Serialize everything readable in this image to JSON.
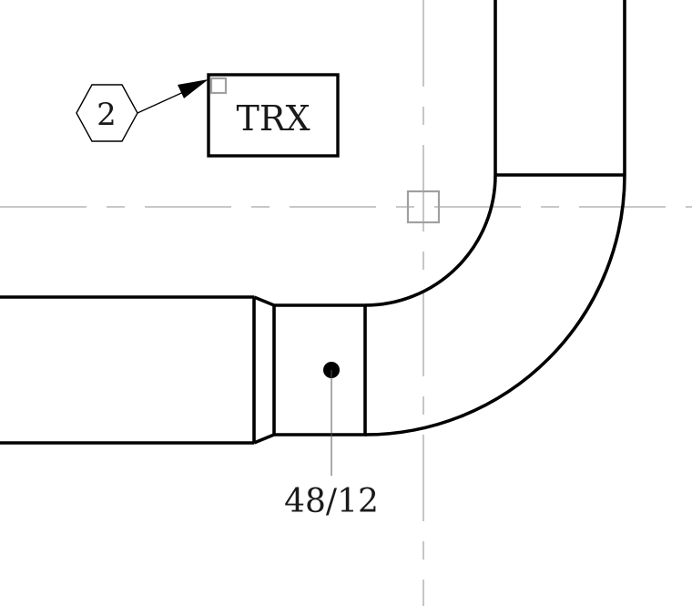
{
  "colors": {
    "background": "#ffffff",
    "line": "#000000",
    "centerline": "#a8a8a8",
    "grip": "#a0a0a0",
    "text": "#1a1a1a"
  },
  "tag": {
    "shape": "hexagon",
    "number": "2"
  },
  "label_box": {
    "text": "TRX"
  },
  "dimension": {
    "text": "48/12"
  }
}
